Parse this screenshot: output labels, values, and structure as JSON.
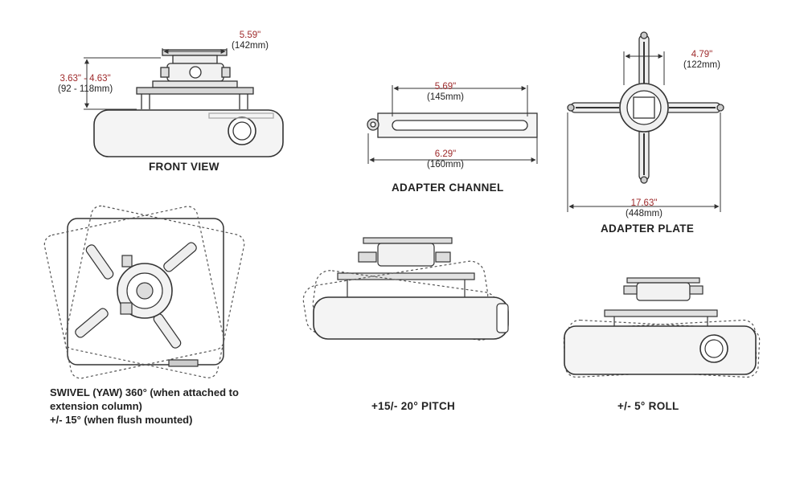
{
  "front_view": {
    "caption": "FRONT VIEW",
    "width_in": "5.59\"",
    "width_mm": "(142mm)",
    "height_in": "3.63\" - 4.63\"",
    "height_mm": "(92 - 118mm)"
  },
  "adapter_channel": {
    "caption": "ADAPTER CHANNEL",
    "inner_in": "5.69\"",
    "inner_mm": "(145mm)",
    "outer_in": "6.29\"",
    "outer_mm": "(160mm)"
  },
  "adapter_plate": {
    "caption": "ADAPTER PLATE",
    "hub_in": "4.79\"",
    "hub_mm": "(122mm)",
    "span_in": "17.63\"",
    "span_mm": "(448mm)"
  },
  "swivel": {
    "line1": "SWIVEL (YAW) 360° (when attached to",
    "line2": "extension column)",
    "line3": "+/- 15° (when flush mounted)"
  },
  "pitch": {
    "caption": "+15/- 20° PITCH"
  },
  "roll": {
    "caption": "+/- 5° ROLL"
  },
  "colors": {
    "dimension_red": "#9e2a2b",
    "line": "#333333"
  }
}
